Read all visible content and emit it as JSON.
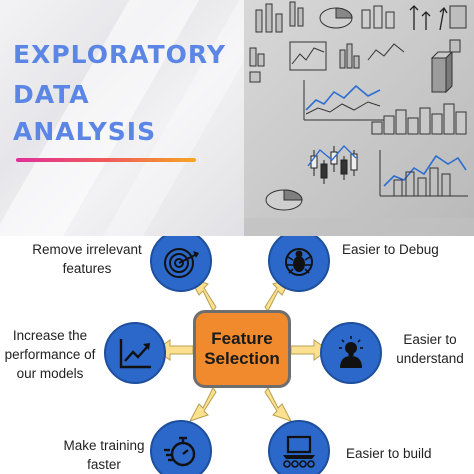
{
  "banner": {
    "title_lines": [
      "EXPLORATORY",
      "DATA",
      "ANALYSIS"
    ]
  },
  "diagram": {
    "center": {
      "line1": "Feature",
      "line2": "Selection"
    },
    "left_labels": {
      "remove_line1": "Remove irrelevant",
      "remove_line2": "features",
      "perf_line1": "Increase the",
      "perf_line2": "performance of",
      "perf_line3": "our models",
      "train_line1": "Make training",
      "train_line2": "faster"
    },
    "right_labels": {
      "debug": "Easier to Debug",
      "understand_line1": "Easier to",
      "understand_line2": "understand",
      "build": "Easier to build"
    },
    "icons": {
      "remove": "target-icon",
      "performance": "trend-chart-icon",
      "training": "stopwatch-icon",
      "debug": "bug-icon",
      "understand": "idea-head-icon",
      "build": "laptop-icon"
    },
    "colors": {
      "node_fill": "#2b68c9",
      "center_fill": "#f08a2c",
      "arrow_fill": "#fbe08f",
      "title_color": "#5b86e5"
    }
  }
}
